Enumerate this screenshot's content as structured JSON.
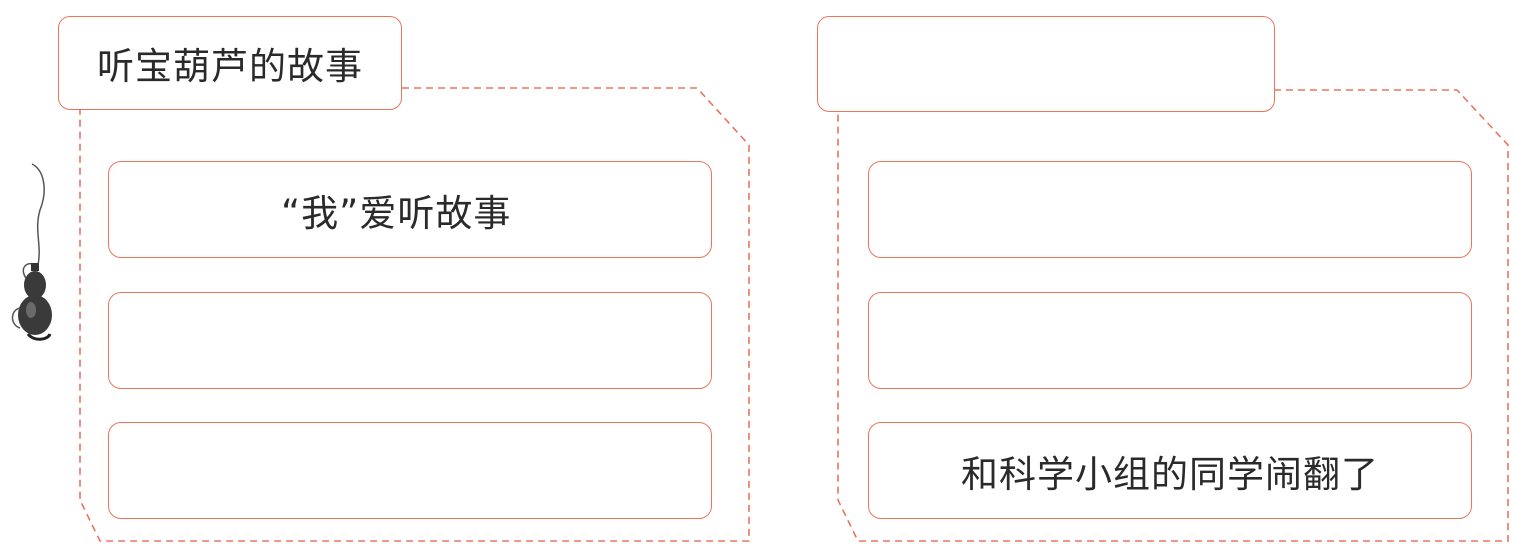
{
  "colors": {
    "accent": "#e8765e",
    "text": "#2a2a2a"
  },
  "left_panel": {
    "title": "听宝葫芦的故事",
    "items": [
      {
        "text": "“我”爱听故事"
      },
      {
        "text": ""
      },
      {
        "text": ""
      }
    ]
  },
  "right_panel": {
    "title": "",
    "items": [
      {
        "text": ""
      },
      {
        "text": ""
      },
      {
        "text": "和科学小组的同学闹翻了"
      }
    ]
  },
  "decoration": {
    "icon": "gourd-icon"
  }
}
